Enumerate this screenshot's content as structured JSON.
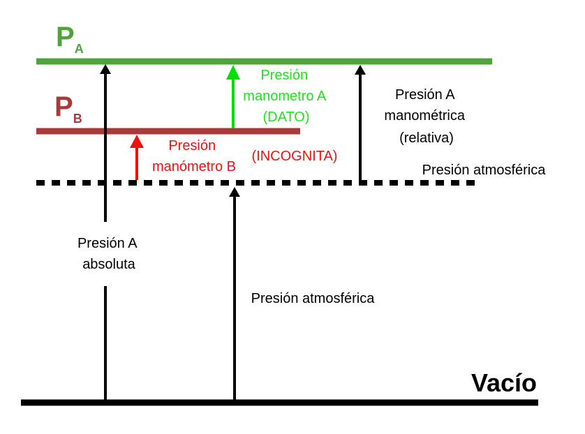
{
  "labels": {
    "pa_letter": "P",
    "pa_sub": "A",
    "pb_letter": "P",
    "pb_sub": "B",
    "gauge_a": [
      "Presión",
      "manometro A",
      "(DATO)"
    ],
    "gauge_b": [
      "Presión",
      "manómetro B"
    ],
    "incognita": "(INCOGNITA)",
    "relative": [
      "Presión A",
      "manométrica",
      "(relativa)"
    ],
    "atm_line": "Presión atmosférica",
    "absolute": [
      "Presión A",
      "absoluta"
    ],
    "atm_arrow": "Presión atmosférica",
    "vacuum": "Vacío"
  },
  "colors": {
    "pa": "#4ea33a",
    "pb": "#a83a3a",
    "gauge_a_arrow": "#00e000",
    "gauge_a_text": "#22e022",
    "gauge_b": "#ee1111",
    "black": "#000000"
  }
}
